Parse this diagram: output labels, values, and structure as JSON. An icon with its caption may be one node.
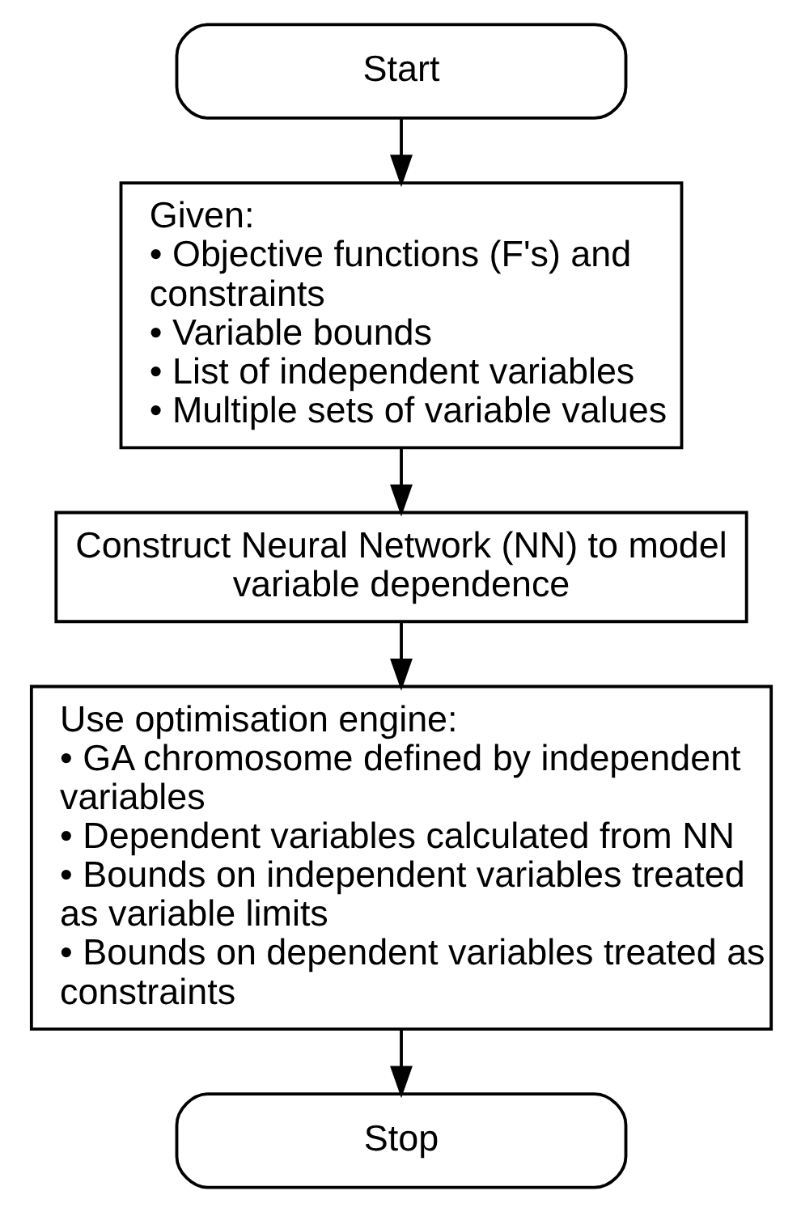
{
  "diagram": {
    "nodes": [
      {
        "text": [
          "Start"
        ]
      },
      {
        "text": [
          "Given:",
          "• Objective functions (F's) and constraints",
          "• Variable bounds",
          "• List of independent variables",
          "• Multiple sets of variable values"
        ]
      },
      {
        "text": [
          "Construct Neural Network (NN) to model variable dependence"
        ]
      },
      {
        "text": [
          "Use optimisation engine:",
          "• GA chromosome defined by independent variables",
          "• Dependent variables calculated from NN",
          "• Bounds on independent variables treated as variable limits",
          "• Bounds on dependent variables treated as constraints"
        ]
      },
      {
        "text": [
          "Stop"
        ]
      }
    ],
    "edges": [
      {
        "from": 0,
        "to": 1,
        "arrow": "to"
      },
      {
        "from": 1,
        "to": 2,
        "arrow": "to"
      },
      {
        "from": 2,
        "to": 3,
        "arrow": "to"
      },
      {
        "from": 3,
        "to": 4,
        "arrow": "to"
      }
    ]
  }
}
